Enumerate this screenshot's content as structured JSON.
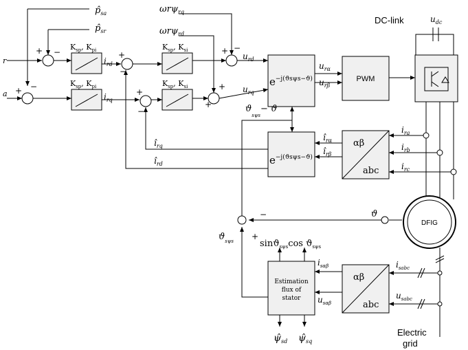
{
  "signals": {
    "p_sa": "p̂",
    "p_sa_sub": "sa",
    "p_sr": "p̂",
    "p_sr_sub": "sr",
    "w_psi_rq": "ω",
    "w_psi_rq_rest": "rψ",
    "w_psi_rq_sub": "rq",
    "w_psi_rd": "ω",
    "w_psi_rd_rest": "rψ",
    "w_psi_rd_sub": "rd",
    "in_r": "r",
    "in_a": "a",
    "i_rd_star": "i",
    "i_rd_star_sub": "rd",
    "i_rq_star": "i",
    "i_rq_star_sub": "rq",
    "u_rd_star": "u",
    "u_rd_star_sub": "rd",
    "u_rq_star": "u",
    "u_rq_star_sub": "rq",
    "u_ra_star": "u",
    "u_ra_star_sub": "rα",
    "u_rb_star": "u",
    "u_rb_star_sub": "rβ",
    "theta_diff": "ϑ",
    "theta_diff_sub": "sψs",
    "theta_diff_rest": "− ϑ",
    "i_rq_hat": "î",
    "i_rq_hat_sub": "rq",
    "i_rd_hat": "î",
    "i_rd_hat_sub": "rd",
    "i_ra_hat": "î",
    "i_ra_hat_sub": "rα",
    "i_rb_hat": "î",
    "i_rb_hat_sub": "rβ",
    "i_ra": "i",
    "i_ra_sub": "ra",
    "i_rb": "i",
    "i_rb_sub": "rb",
    "i_rc": "i",
    "i_rc_sub": "rc",
    "theta": "ϑ",
    "theta_sys": "ϑ",
    "theta_sys_sub": "sψs",
    "sin_cos": "sinϑ",
    "sin_sub": "sψs",
    "cos_label": "cos ϑ",
    "cos_sub": "sψs",
    "i_sab": "i",
    "i_sab_sub": "sαβ",
    "u_sab": "u",
    "u_sab_sub": "sαβ",
    "i_sabc": "i",
    "i_sabc_sub": "sabc",
    "u_sabc": "u",
    "u_sabc_sub": "sabc",
    "psi_sd": "ψ̂",
    "psi_sd_sub": "sd",
    "psi_sq": "ψ̂",
    "psi_sq_sub": "sq",
    "u_dc": "u",
    "u_dc_sub": "dc"
  },
  "blocks": {
    "pi_1_label": "K",
    "pi_1_sub1": "sp",
    "pi_1_mid": ", K",
    "pi_1_sub2": "pi",
    "pi_2_label": "K",
    "pi_2_sub1": "sp",
    "pi_2_mid": ", K",
    "pi_2_sub2": "si",
    "pi_3_label": "K",
    "pi_3_sub1": "sp",
    "pi_3_mid": ", K",
    "pi_3_sub2": "pi",
    "pi_4_label": "K",
    "pi_4_sub1": "sp",
    "pi_4_mid": ", K",
    "pi_4_sub2": "si",
    "transform_1": "e",
    "transform_1_exp": "−j(ϑsψs−ϑ)",
    "transform_2": "e",
    "transform_2_exp": "−j(ϑsψs−ϑ)",
    "pwm": "PWM",
    "ab_abc_top": "αβ",
    "ab_abc_bottom": "abc",
    "ab_abc2_top": "αβ",
    "ab_abc2_bottom": "abc",
    "estimation_l1": "Estimation",
    "estimation_l2": "flux of",
    "estimation_l3": "stator",
    "dfig": "DFIG"
  },
  "labels": {
    "dc_link": "DC-link",
    "electric": "Electric",
    "grid": "grid"
  },
  "signs": {
    "plus": "+",
    "minus": "−"
  }
}
